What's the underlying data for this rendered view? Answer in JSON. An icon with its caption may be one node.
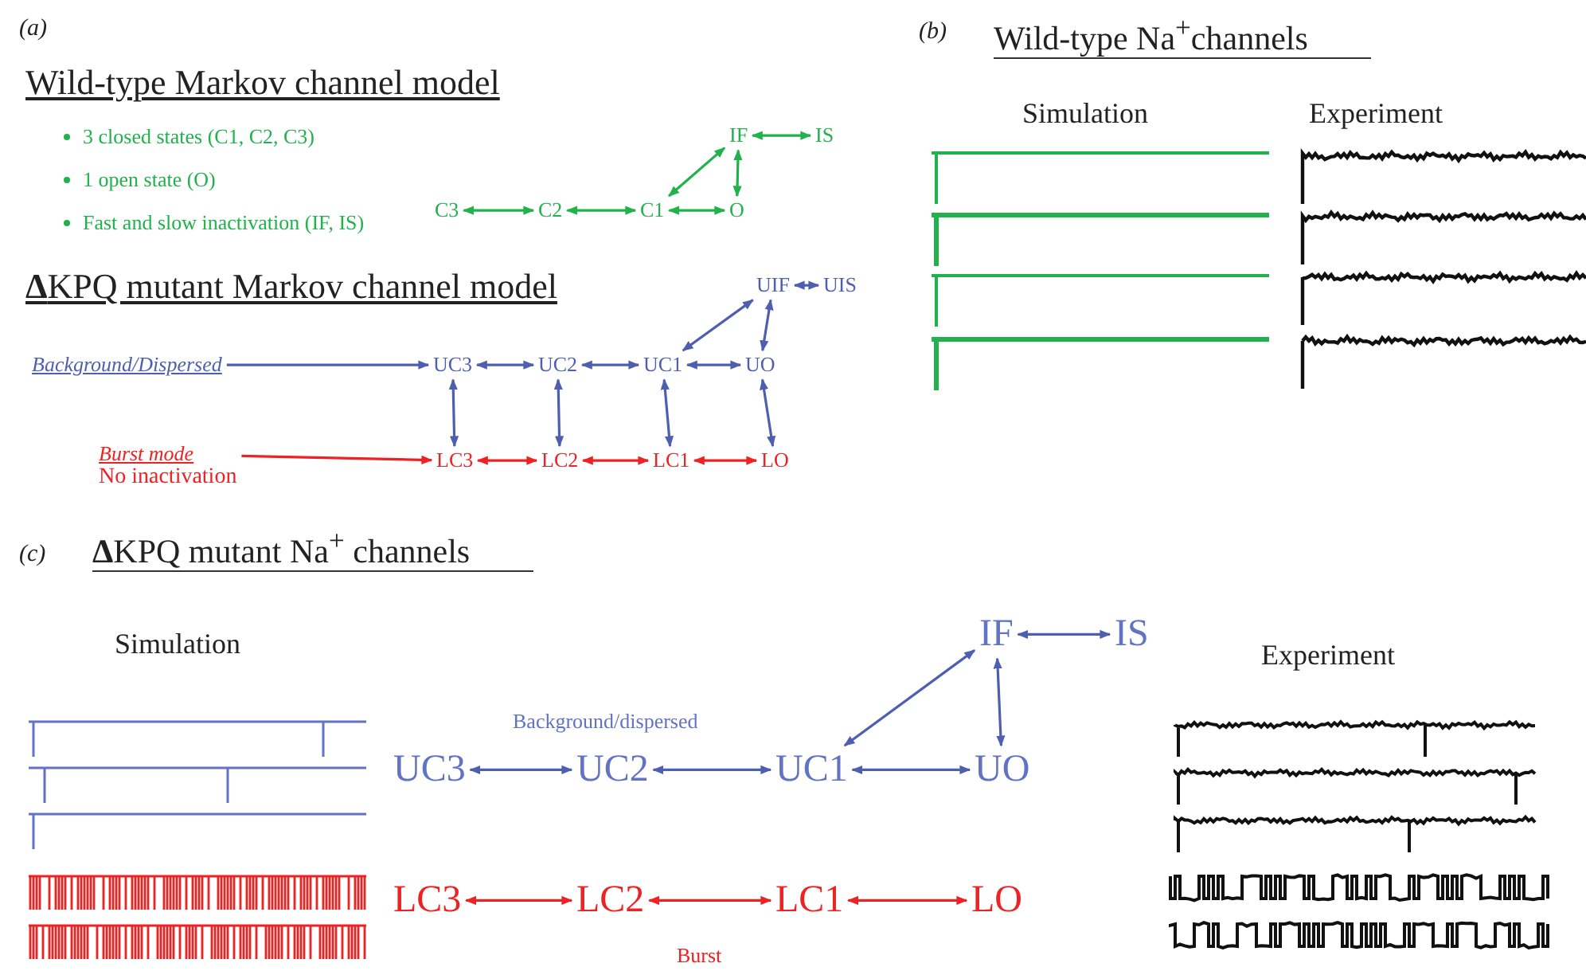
{
  "diagram": {
    "nodes": [
      {
        "text": [
          "C3"
        ]
      },
      {
        "text": [
          "C2"
        ]
      },
      {
        "text": [
          "C1"
        ]
      },
      {
        "text": [
          "O"
        ]
      },
      {
        "text": [
          "IF"
        ]
      },
      {
        "text": [
          "IS"
        ]
      },
      {
        "text": [
          "Background/Dispersed"
        ]
      },
      {
        "text": [
          "UC3"
        ]
      },
      {
        "text": [
          "UC2"
        ]
      },
      {
        "text": [
          "UC1"
        ]
      },
      {
        "text": [
          "UO"
        ]
      },
      {
        "text": [
          "UIF"
        ]
      },
      {
        "text": [
          "UIS"
        ]
      },
      {
        "text": [
          "Burst mode",
          "No inactivation"
        ]
      },
      {
        "text": [
          "LC3"
        ]
      },
      {
        "text": [
          "LC2"
        ]
      },
      {
        "text": [
          "LC1"
        ]
      },
      {
        "text": [
          "LO"
        ]
      },
      {
        "text": [
          "UC3"
        ]
      },
      {
        "text": [
          "UC2"
        ]
      },
      {
        "text": [
          "UC1"
        ]
      },
      {
        "text": [
          "UO"
        ]
      },
      {
        "text": [
          "IF"
        ]
      },
      {
        "text": [
          "IS"
        ]
      },
      {
        "text": [
          "LC3"
        ]
      },
      {
        "text": [
          "LC2"
        ]
      },
      {
        "text": [
          "LC1"
        ]
      },
      {
        "text": [
          "LO"
        ]
      }
    ],
    "edges": [
      {
        "from": 0,
        "to": 1,
        "arrow": "both",
        "color": "#22b24c"
      },
      {
        "from": 1,
        "to": 2,
        "arrow": "both",
        "color": "#22b24c"
      },
      {
        "from": 2,
        "to": 3,
        "arrow": "both",
        "color": "#22b24c"
      },
      {
        "from": 2,
        "to": 4,
        "arrow": "both",
        "color": "#22b24c"
      },
      {
        "from": 4,
        "to": 3,
        "arrow": "both",
        "color": "#22b24c"
      },
      {
        "from": 4,
        "to": 5,
        "arrow": "both",
        "color": "#22b24c"
      },
      {
        "from": 6,
        "to": 7,
        "arrow": "to"
      },
      {
        "from": 7,
        "to": 8,
        "arrow": "both"
      },
      {
        "from": 8,
        "to": 9,
        "arrow": "both"
      },
      {
        "from": 9,
        "to": 10,
        "arrow": "both"
      },
      {
        "from": 9,
        "to": 11,
        "arrow": "both"
      },
      {
        "from": 11,
        "to": 10,
        "arrow": "both"
      },
      {
        "from": 11,
        "to": 12,
        "arrow": "both"
      },
      {
        "from": 7,
        "to": 14,
        "arrow": "both"
      },
      {
        "from": 8,
        "to": 15,
        "arrow": "both"
      },
      {
        "from": 9,
        "to": 16,
        "arrow": "both"
      },
      {
        "from": 10,
        "to": 17,
        "arrow": "both"
      },
      {
        "from": 13,
        "to": 14,
        "arrow": "to",
        "color": "#ee2222"
      },
      {
        "from": 14,
        "to": 15,
        "arrow": "both",
        "color": "#ee2222"
      },
      {
        "from": 15,
        "to": 16,
        "arrow": "both",
        "color": "#ee2222"
      },
      {
        "from": 16,
        "to": 17,
        "arrow": "both",
        "color": "#ee2222"
      },
      {
        "from": 18,
        "to": 19,
        "arrow": "both"
      },
      {
        "from": 19,
        "to": 20,
        "arrow": "both"
      },
      {
        "from": 20,
        "to": 21,
        "arrow": "both"
      },
      {
        "from": 20,
        "to": 22,
        "arrow": "both"
      },
      {
        "from": 22,
        "to": 21,
        "arrow": "both"
      },
      {
        "from": 22,
        "to": 23,
        "arrow": "both"
      },
      {
        "from": 24,
        "to": 25,
        "arrow": "both",
        "color": "#ee2222"
      },
      {
        "from": 25,
        "to": 26,
        "arrow": "both",
        "color": "#ee2222"
      },
      {
        "from": 26,
        "to": 27,
        "arrow": "both",
        "color": "#ee2222"
      }
    ],
    "labels": [
      "(a)",
      "Wild-type Markov channel model",
      "3 closed states (C1, C2, C3)",
      "1 open state (O)",
      "Fast and slow inactivation (IF, IS)",
      "**Δ**KPQ mutant Markov channel model",
      "(b)",
      "Wild-type Na$^{+}$channels",
      "Simulation",
      "Experiment",
      "(c)",
      "**Δ**KPQ mutant Na$^{+}$ channels",
      "Simulation",
      "Background/dispersed",
      "Burst",
      "Experiment"
    ]
  }
}
